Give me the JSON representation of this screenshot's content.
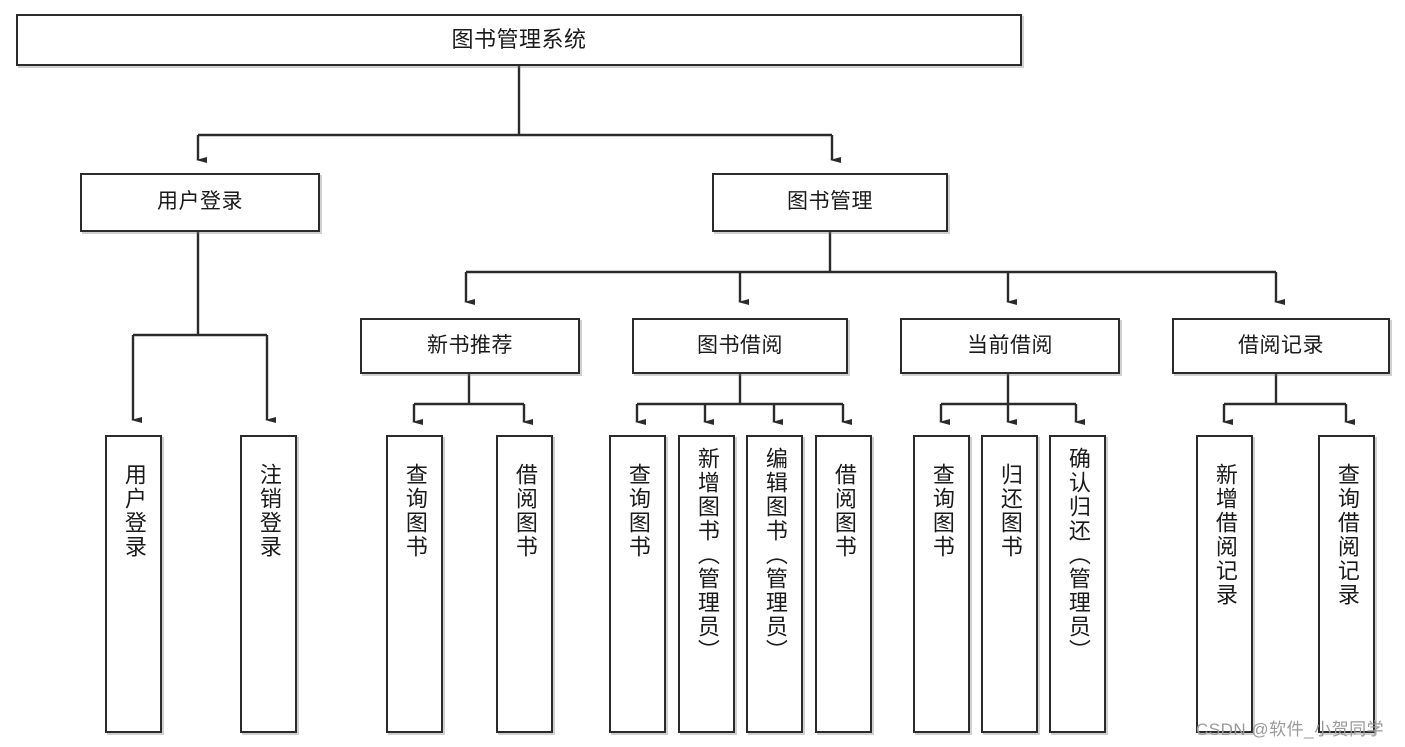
{
  "diagram": {
    "type": "tree",
    "title": "图书管理系统",
    "root": {
      "label": "图书管理系统"
    },
    "level1": [
      {
        "label": "用户登录"
      },
      {
        "label": "图书管理"
      }
    ],
    "level2": [
      {
        "label": "新书推荐"
      },
      {
        "label": "图书借阅"
      },
      {
        "label": "当前借阅"
      },
      {
        "label": "借阅记录"
      }
    ],
    "leaves": {
      "user_login": [
        {
          "label": "用户登录"
        },
        {
          "label": "注销登录"
        }
      ],
      "new_book_recommend": [
        {
          "label": "查询图书"
        },
        {
          "label": "借阅图书"
        }
      ],
      "book_borrow": [
        {
          "label": "查询图书"
        },
        {
          "label": "新增图书（管理员）"
        },
        {
          "label": "编辑图书（管理员）"
        },
        {
          "label": "借阅图书"
        }
      ],
      "current_borrow": [
        {
          "label": "查询图书"
        },
        {
          "label": "归还图书"
        },
        {
          "label": "确认归还（管理员）"
        }
      ],
      "borrow_record": [
        {
          "label": "新增借阅记录"
        },
        {
          "label": "查询借阅记录"
        }
      ]
    }
  },
  "watermark": {
    "text": "CSDN @软件_小贺同学"
  },
  "colors": {
    "line": "#2b2b2b",
    "box_border": "#2b2b2b",
    "background": "#ffffff",
    "watermark": "#9a9a9a"
  }
}
